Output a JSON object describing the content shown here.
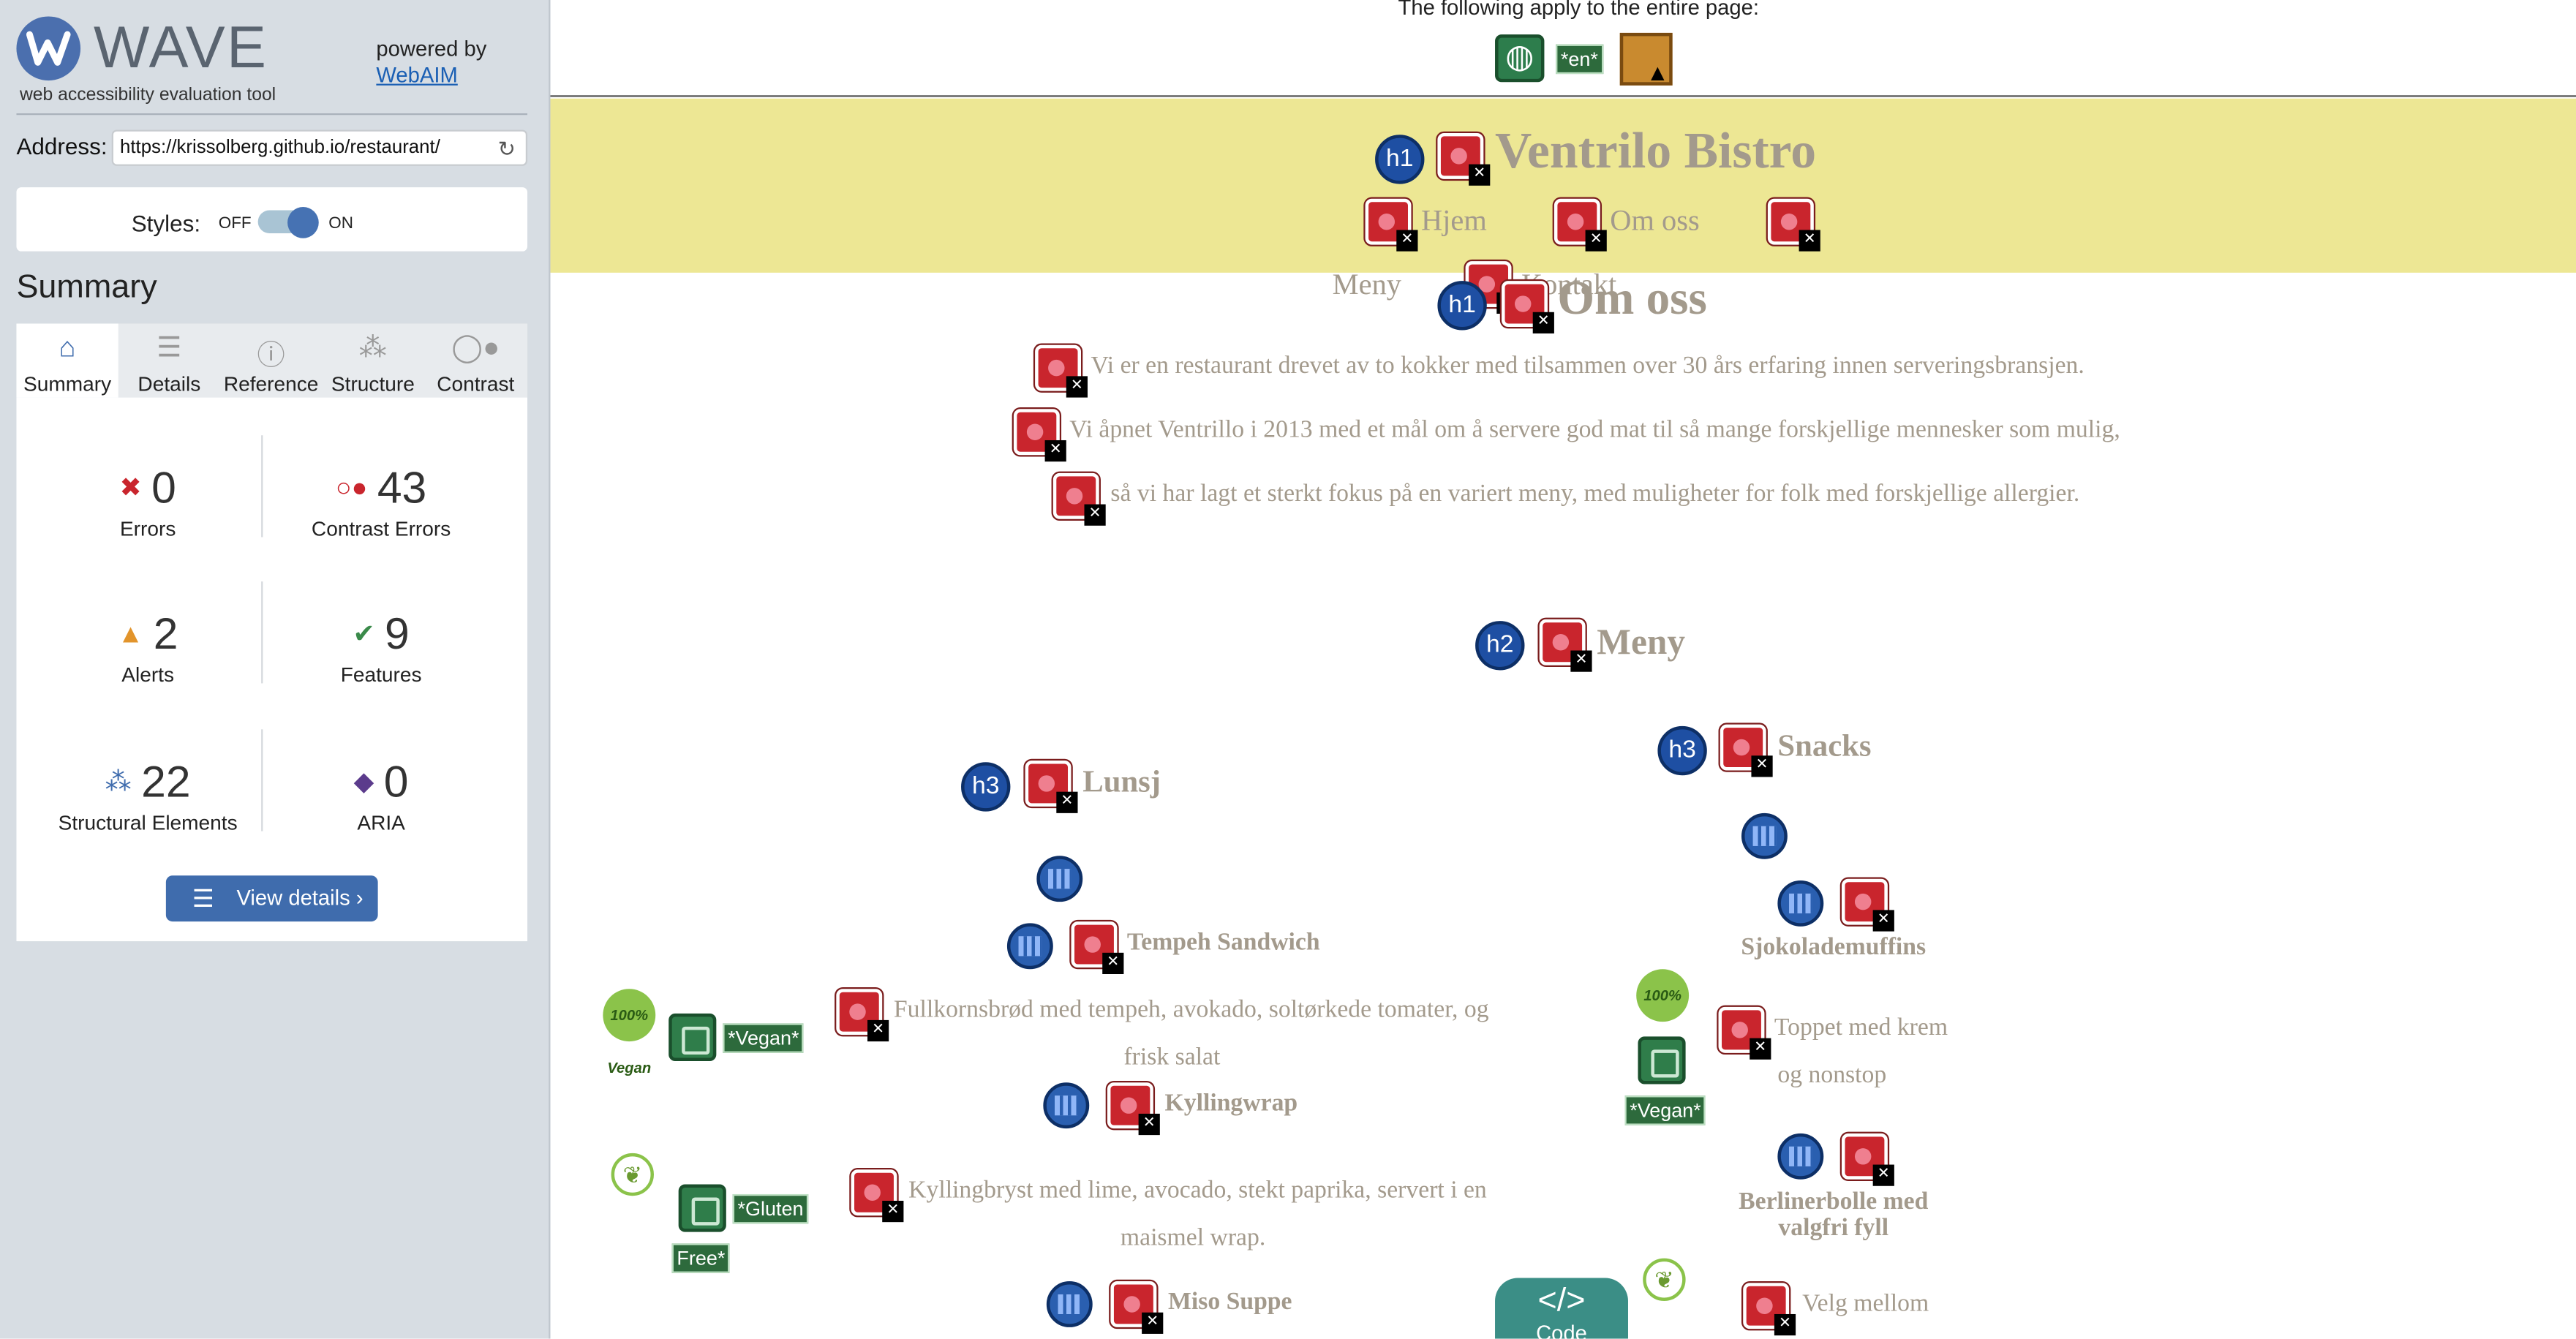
{
  "app": {
    "name": "WAVE",
    "subtitle": "web accessibility evaluation tool",
    "powered_by": "powered by",
    "powered_link": "WebAIM"
  },
  "address": {
    "label": "Address:",
    "value": "https://krissolberg.github.io/restaurant/"
  },
  "styles": {
    "label": "Styles:",
    "off": "OFF",
    "on": "ON",
    "state": "on"
  },
  "summary": {
    "title": "Summary",
    "tabs": [
      {
        "label": "Summary",
        "icon": "home-icon"
      },
      {
        "label": "Details",
        "icon": "list-icon"
      },
      {
        "label": "Reference",
        "icon": "info-icon"
      },
      {
        "label": "Structure",
        "icon": "structure-icon"
      },
      {
        "label": "Contrast",
        "icon": "contrast-icon"
      }
    ],
    "stats": {
      "errors": {
        "value": "0",
        "label": "Errors"
      },
      "contrast": {
        "value": "43",
        "label": "Contrast Errors"
      },
      "alerts": {
        "value": "2",
        "label": "Alerts"
      },
      "features": {
        "value": "9",
        "label": "Features"
      },
      "structural": {
        "value": "22",
        "label": "Structural Elements"
      },
      "aria": {
        "value": "0",
        "label": "ARIA"
      }
    },
    "view_details": "View details ›"
  },
  "page": {
    "apply_text": "The following apply to the entire page:",
    "lang": "*en*",
    "site_title": "Ventrilo Bistro",
    "nav": [
      "Hjem",
      "Om oss",
      "Meny",
      "Kontakt"
    ],
    "about_heading": "Om oss",
    "about_lines": [
      "Vi er en restaurant drevet av to kokker med tilsammen over 30 års erfaring innen serveringsbransjen.",
      "Vi åpnet Ventrillo i 2013 med et mål om å servere god mat til så mange forskjellige mennesker som mulig,",
      "så vi har lagt et sterkt fokus på en variert meny, med muligheter for folk med forskjellige allergier."
    ],
    "menu_heading": "Meny",
    "lunch_heading": "Lunsj",
    "snacks_heading": "Snacks",
    "lunch_items": [
      {
        "name": "Tempeh Sandwich",
        "desc1": "Fullkornsbrød med tempeh, avokado, soltørkede tomater, og",
        "desc2": "frisk salat",
        "alt": "*Vegan*"
      },
      {
        "name": "Kyllingwrap",
        "desc1": "Kyllingbryst med lime, avocado, stekt paprika, servert i en",
        "desc2": "maismel wrap.",
        "alt1": "*Gluten",
        "alt2": "Free*"
      },
      {
        "name": "Miso Suppe"
      }
    ],
    "snack_items": [
      {
        "name": "Sjokolademuffins",
        "desc1": "Toppet med krem",
        "desc2": "og nonstop",
        "alt": "*Vegan*"
      },
      {
        "name1": "Berlinerbolle med",
        "name2": "valgfri fyll"
      },
      {
        "desc1": "Velg mellom"
      }
    ],
    "badges": {
      "vegan": "100% Vegan",
      "gluten": "gluten free"
    },
    "code_label": "Code",
    "code_symbol": "</>"
  },
  "colors": {
    "brand": "#4b6fae",
    "banner": "#ede794",
    "error": "#c9252d",
    "text": "#a39a8c"
  }
}
